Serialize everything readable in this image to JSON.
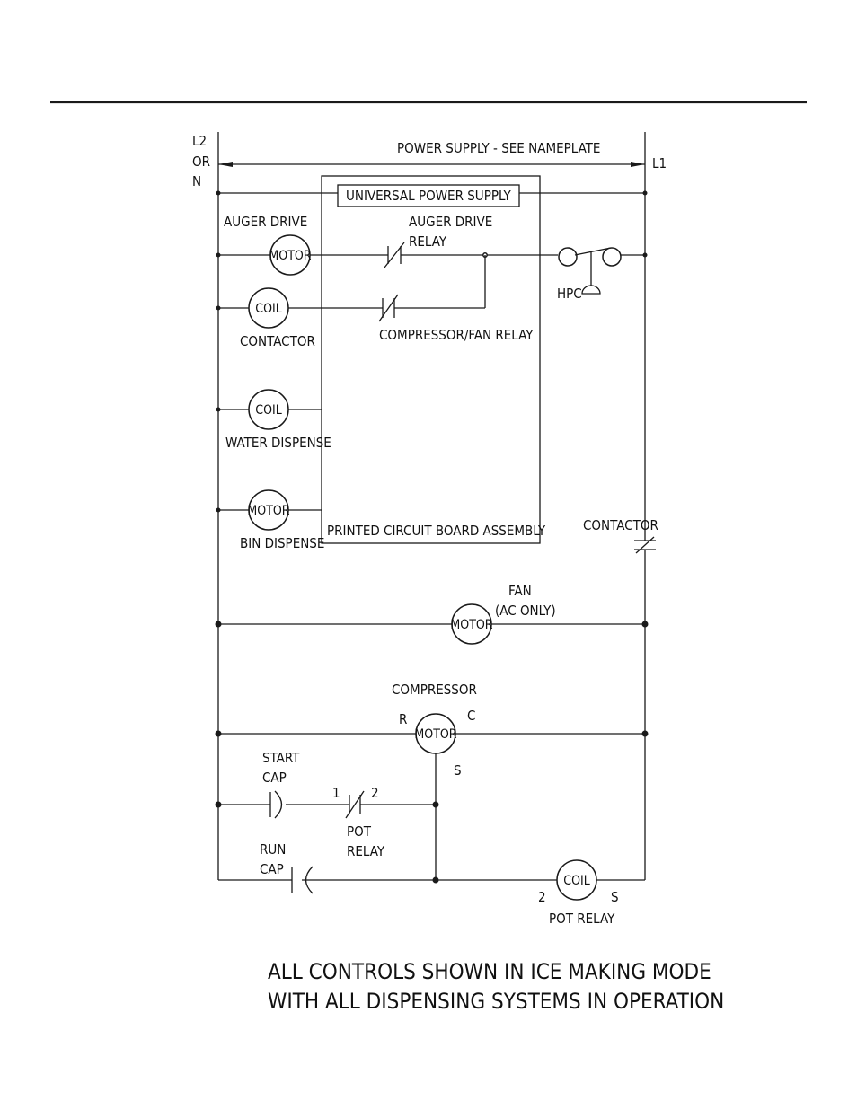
{
  "header": {
    "rule_color": "#1a1a1a"
  },
  "rails": {
    "left_label_lines": [
      "L2",
      "OR",
      "N"
    ],
    "right_label": "L1",
    "power_supply": "POWER SUPPLY - SEE NAMEPLATE"
  },
  "board": {
    "universal_power_supply": "UNIVERSAL POWER SUPPLY",
    "assembly_label": "PRINTED CIRCUIT BOARD ASSEMBLY"
  },
  "components": {
    "auger_drive": {
      "label": "AUGER DRIVE",
      "symbol": "MOTOR"
    },
    "auger_relay": {
      "label_line1": "AUGER DRIVE",
      "label_line2": "RELAY"
    },
    "hpc": {
      "label": "HPC"
    },
    "contactor_coil": {
      "label": "CONTACTOR",
      "symbol": "COIL"
    },
    "compressor_fan_relay": {
      "label": "COMPRESSOR/FAN RELAY"
    },
    "water_dispense": {
      "label": "WATER DISPENSE",
      "symbol": "COIL"
    },
    "bin_dispense": {
      "label": "BIN DISPENSE",
      "symbol": "MOTOR"
    },
    "contactor_switch": {
      "label": "CONTACTOR"
    },
    "fan": {
      "label_line1": "FAN",
      "label_line2": "(AC ONLY)",
      "symbol": "MOTOR"
    },
    "compressor": {
      "label": "COMPRESSOR",
      "symbol": "MOTOR",
      "terminal_r": "R",
      "terminal_c": "C",
      "terminal_s": "S"
    },
    "start_cap": {
      "label_line1": "START",
      "label_line2": "CAP"
    },
    "pot_relay_contact": {
      "label_line1": "POT",
      "label_line2": "RELAY",
      "terminal_1": "1",
      "terminal_2": "2"
    },
    "run_cap": {
      "label_line1": "RUN",
      "label_line2": "CAP"
    },
    "pot_relay_coil": {
      "label": "POT RELAY",
      "symbol": "COIL",
      "terminal_2": "2",
      "terminal_s": "S"
    }
  },
  "notes": {
    "line1": "ALL CONTROLS SHOWN IN ICE MAKING MODE",
    "line2": "WITH ALL DISPENSING SYSTEMS IN OPERATION"
  }
}
